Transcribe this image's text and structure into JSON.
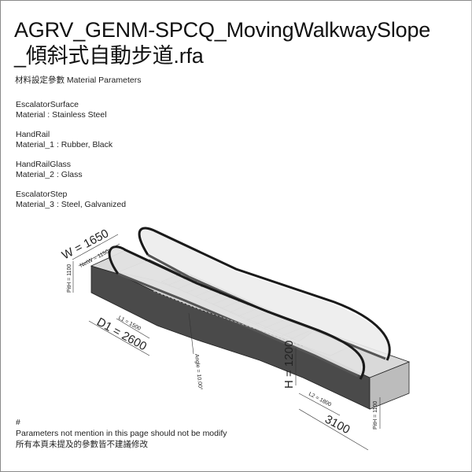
{
  "title": {
    "line1": "AGRV_GENM-SPCQ_MovingWalkwaySlope",
    "line2": "_傾斜式自動步道.rfa"
  },
  "subtitle": "材料設定參數 Material Parameters",
  "materials": [
    {
      "name": "EscalatorSurface",
      "value": "Material : Stainless Steel"
    },
    {
      "name": "HandRail",
      "value": "Material_1 : Rubber, Black"
    },
    {
      "name": "HandRailGlass",
      "value": "Material_2 : Glass"
    },
    {
      "name": "EscalatorStep",
      "value": "Material_3 : Steel, Galvanized"
    }
  ],
  "dimensions": {
    "W": "W = 1650",
    "NetW": "NetW = 1150",
    "PitH_left": "PitH = 1100",
    "D1": "D1 = 2600",
    "L1": "L1 = 1500",
    "Angle": "Angle = 10.00°",
    "H": "H = 1200",
    "L2": "L2 = 1800",
    "D2": "3100",
    "PitH_right": "PitH = 1100"
  },
  "colors": {
    "truss_side": "#4a4a4a",
    "truss_top": "#d9d9d9",
    "glass": "#e6e6e6",
    "handrail": "#1a1a1a",
    "steps": "#c8c8c8"
  },
  "note": {
    "mark": "#",
    "en": "Parameters not mention in this page should not be modify",
    "zh": "所有本頁未提及的參數皆不建議修改"
  }
}
